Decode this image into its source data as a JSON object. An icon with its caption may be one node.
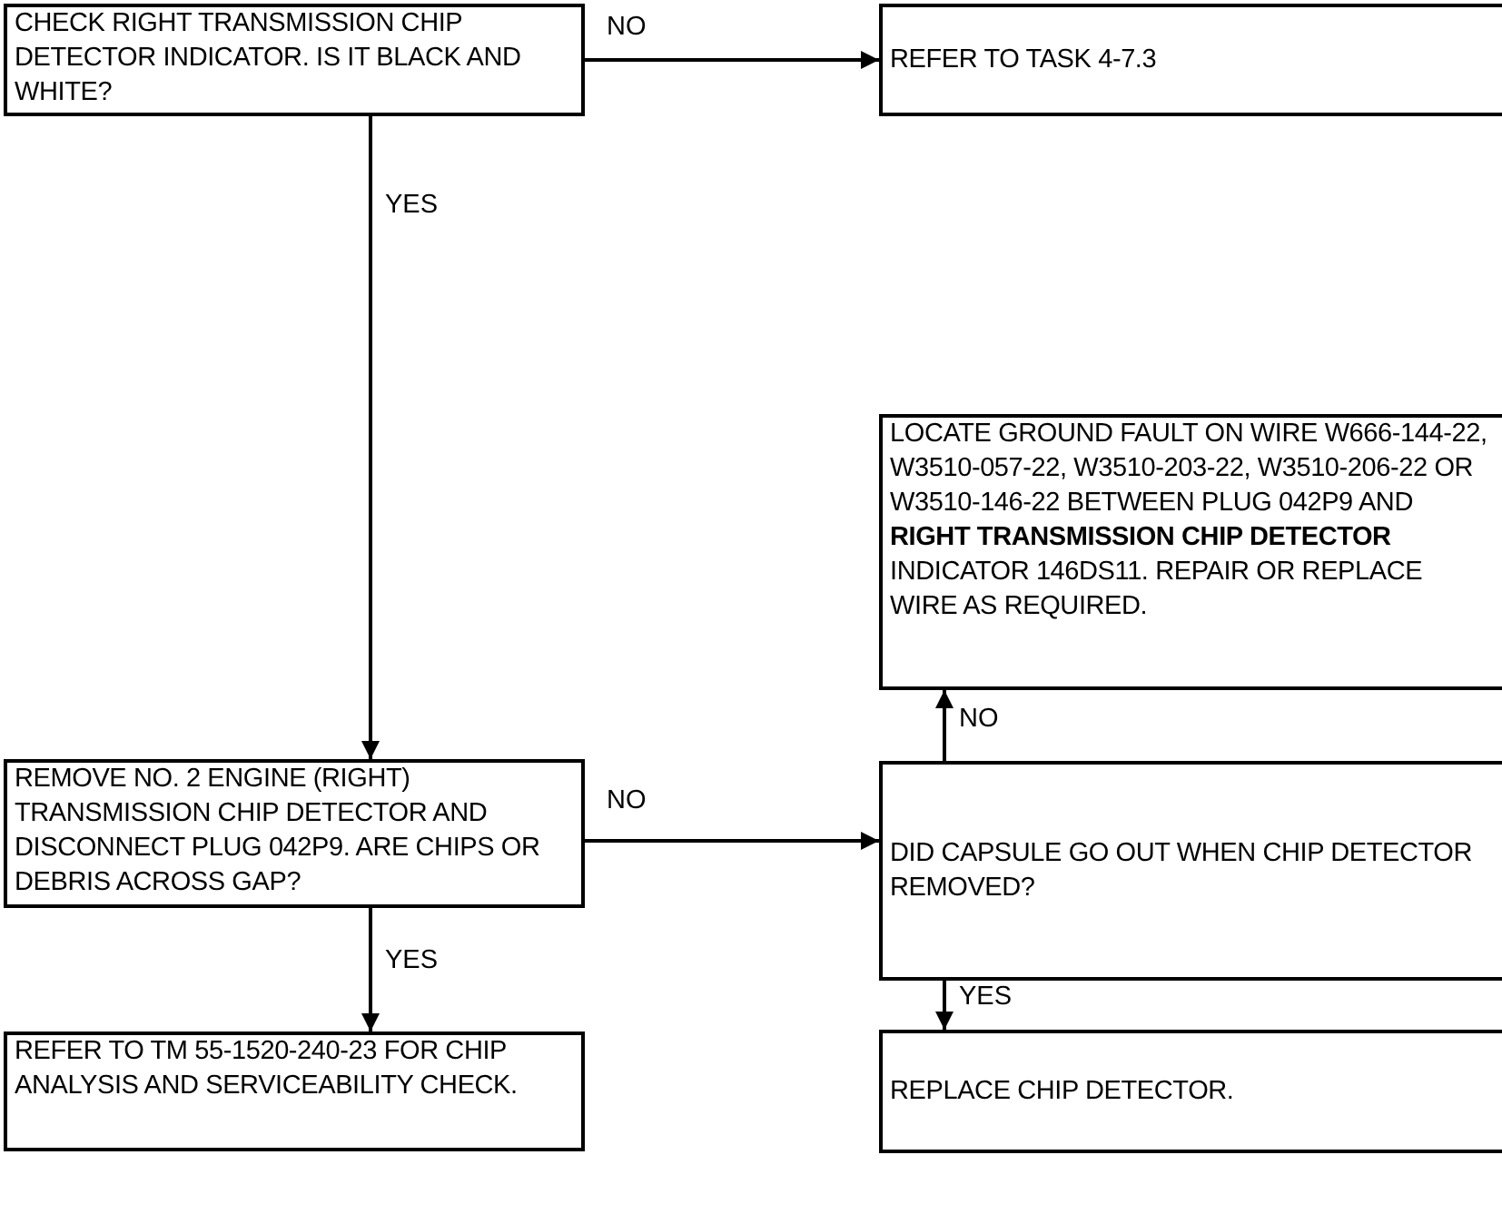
{
  "diagram": {
    "nodes": [
      {
        "text": [
          "CHECK RIGHT TRANSMISSION CHIP DETECTOR INDICATOR. IS IT BLACK AND WHITE?"
        ]
      },
      {
        "text": [
          "REFER TO TASK 4-7.3"
        ]
      },
      {
        "text": [
          "LOCATE GROUND FAULT ON WIRE W666-144-22, W3510-057-22, W3510-203-22, W3510-206-22 OR W3510-146-22 BETWEEN PLUG 042P9 AND **RIGHT TRANSMISSION CHIP DETECTOR** INDICATOR 146DS11. REPAIR OR REPLACE WIRE AS REQUIRED."
        ]
      },
      {
        "text": [
          "REMOVE NO. 2 ENGINE (RIGHT) TRANSMISSION CHIP DETECTOR AND DISCONNECT PLUG 042P9. ARE CHIPS OR DEBRIS ACROSS GAP?"
        ]
      },
      {
        "text": [
          "DID CAPSULE GO OUT WHEN CHIP DETECTOR REMOVED?"
        ]
      },
      {
        "text": [
          "REFER TO TM 55-1520-240-23 FOR CHIP ANALYSIS AND SERVICEABILITY CHECK."
        ]
      },
      {
        "text": [
          "REPLACE CHIP DETECTOR."
        ]
      }
    ],
    "edges": [
      {
        "from": 0,
        "to": 1,
        "arrow": "to",
        "label": "NO"
      },
      {
        "from": 0,
        "to": 3,
        "arrow": "to",
        "label": "YES"
      },
      {
        "from": 3,
        "to": 4,
        "arrow": "to",
        "label": "NO"
      },
      {
        "from": 4,
        "to": 2,
        "arrow": "to",
        "label": "NO"
      },
      {
        "from": 3,
        "to": 5,
        "arrow": "to",
        "label": "YES"
      },
      {
        "from": 4,
        "to": 6,
        "arrow": "to",
        "label": "YES"
      }
    ]
  }
}
